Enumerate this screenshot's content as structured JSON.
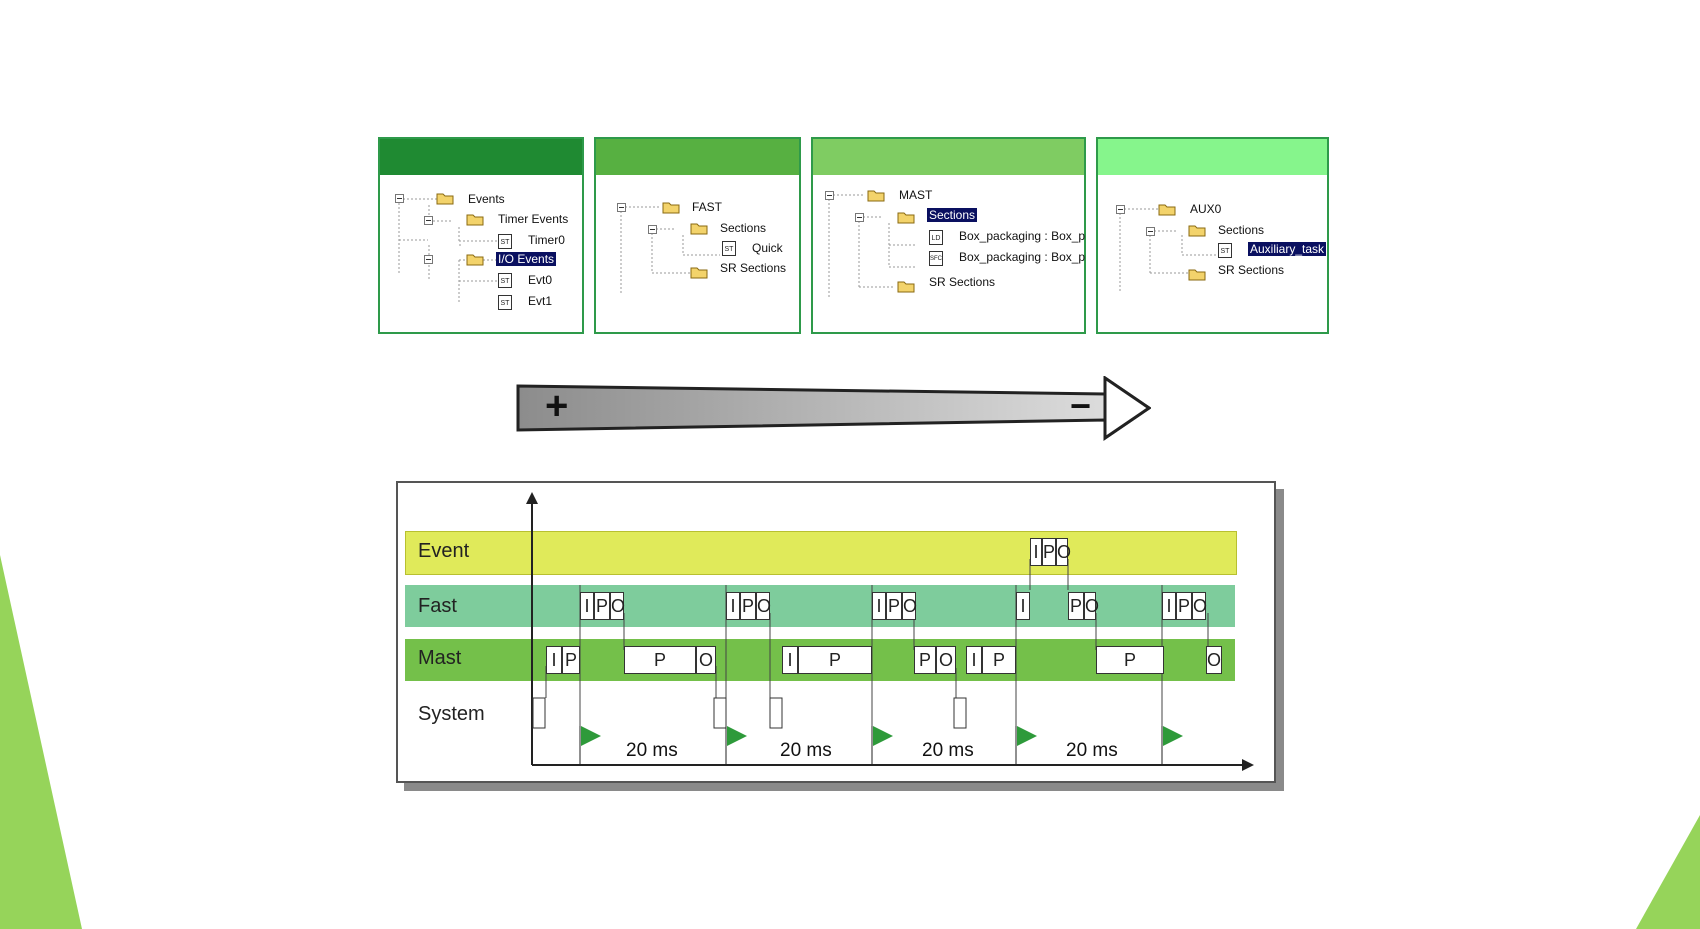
{
  "colors": {
    "panel_heads": [
      "#1f8a32",
      "#57b041",
      "#7fcc62",
      "#86f58c"
    ],
    "event_band": "#e0ea5a",
    "fast_band": "#7ecc9c",
    "mast_band": "#74c04a",
    "corner_green": "#96d45a",
    "flag_green": "#2e9a3a"
  },
  "panels": [
    {
      "name": "events",
      "nodes": [
        {
          "label": "Events",
          "kind": "folder",
          "selected": false
        },
        {
          "label": "Timer Events",
          "kind": "folder",
          "selected": false
        },
        {
          "label": "Timer0",
          "kind": "st",
          "selected": false
        },
        {
          "label": "I/O Events",
          "kind": "folder",
          "selected": true
        },
        {
          "label": "Evt0",
          "kind": "st",
          "selected": false
        },
        {
          "label": "Evt1",
          "kind": "st",
          "selected": false
        }
      ]
    },
    {
      "name": "fast",
      "nodes": [
        {
          "label": "FAST",
          "kind": "folder",
          "selected": false
        },
        {
          "label": "Sections",
          "kind": "folder",
          "selected": false
        },
        {
          "label": "Quick",
          "kind": "st",
          "selected": false
        },
        {
          "label": "SR Sections",
          "kind": "folder",
          "selected": false
        }
      ]
    },
    {
      "name": "mast",
      "nodes": [
        {
          "label": "MAST",
          "kind": "folder",
          "selected": false
        },
        {
          "label": "Sections",
          "kind": "folder",
          "selected": true
        },
        {
          "label": "Box_packaging : Box_p",
          "kind": "ld",
          "selected": false
        },
        {
          "label": "Box_packaging : Box_p",
          "kind": "sfc",
          "selected": false
        },
        {
          "label": "SR Sections",
          "kind": "folder",
          "selected": false
        }
      ]
    },
    {
      "name": "aux",
      "nodes": [
        {
          "label": "AUX0",
          "kind": "folder",
          "selected": false
        },
        {
          "label": "Sections",
          "kind": "folder",
          "selected": false
        },
        {
          "label": "Auxiliary_task",
          "kind": "st",
          "selected": true
        },
        {
          "label": "SR Sections",
          "kind": "folder",
          "selected": false
        }
      ]
    }
  ],
  "icons": {
    "st": "ST",
    "ld": "LD",
    "sfc": "SFC"
  },
  "priority": {
    "high": "+",
    "low": "−"
  },
  "timing": {
    "rows": {
      "event": "Event",
      "fast": "Fast",
      "mast": "Mast",
      "system": "System"
    },
    "period_labels": [
      "20 ms",
      "20 ms",
      "20 ms",
      "20 ms"
    ],
    "event_cells": [
      "I",
      "P",
      "O"
    ],
    "fast_cells": [
      [
        "I",
        "P",
        "O"
      ],
      [
        "I",
        "P",
        "O"
      ],
      [
        "I",
        "P",
        "O"
      ],
      [
        "I",
        "P",
        "O"
      ],
      [
        "I",
        "P",
        "O"
      ]
    ],
    "mast_cells": [
      "I",
      "P",
      "P",
      "O",
      "I",
      "P",
      "P",
      "O",
      "I",
      "P",
      "P",
      "O"
    ]
  }
}
